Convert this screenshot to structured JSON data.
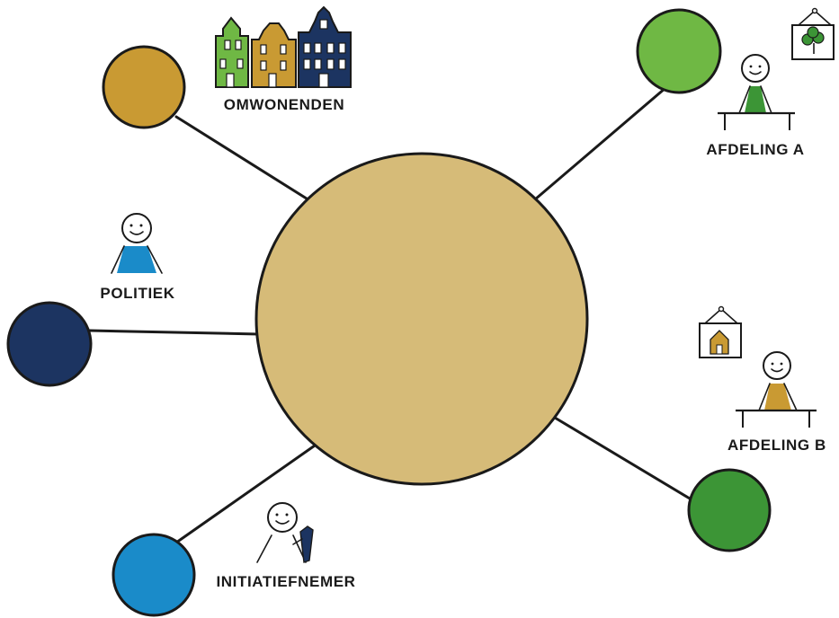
{
  "labels": {
    "omwonenden": "OMWONENDEN",
    "afdeling_a": "AFDELING A",
    "politiek": "POLITIEK",
    "afdeling_b": "AFDELING B",
    "initiatiefnemer": "INITIATIEFNEMER"
  },
  "colors": {
    "center": "#d6bb78",
    "omwonenden": "#c99a33",
    "afdeling_a": "#6fb844",
    "politiek": "#1c3461",
    "afdeling_b": "#3c9536",
    "initiatiefnemer": "#1a8bc9",
    "outline": "#1a1a1a"
  },
  "icons": {
    "omwonenden": "canal-houses-icon",
    "afdeling_a": "person-at-desk-icon",
    "politiek": "person-icon",
    "afdeling_b": "person-at-desk-icon",
    "initiatiefnemer": "person-with-pen-icon",
    "picture_tree": "framed-tree-picture-icon",
    "picture_house": "framed-house-picture-icon"
  }
}
